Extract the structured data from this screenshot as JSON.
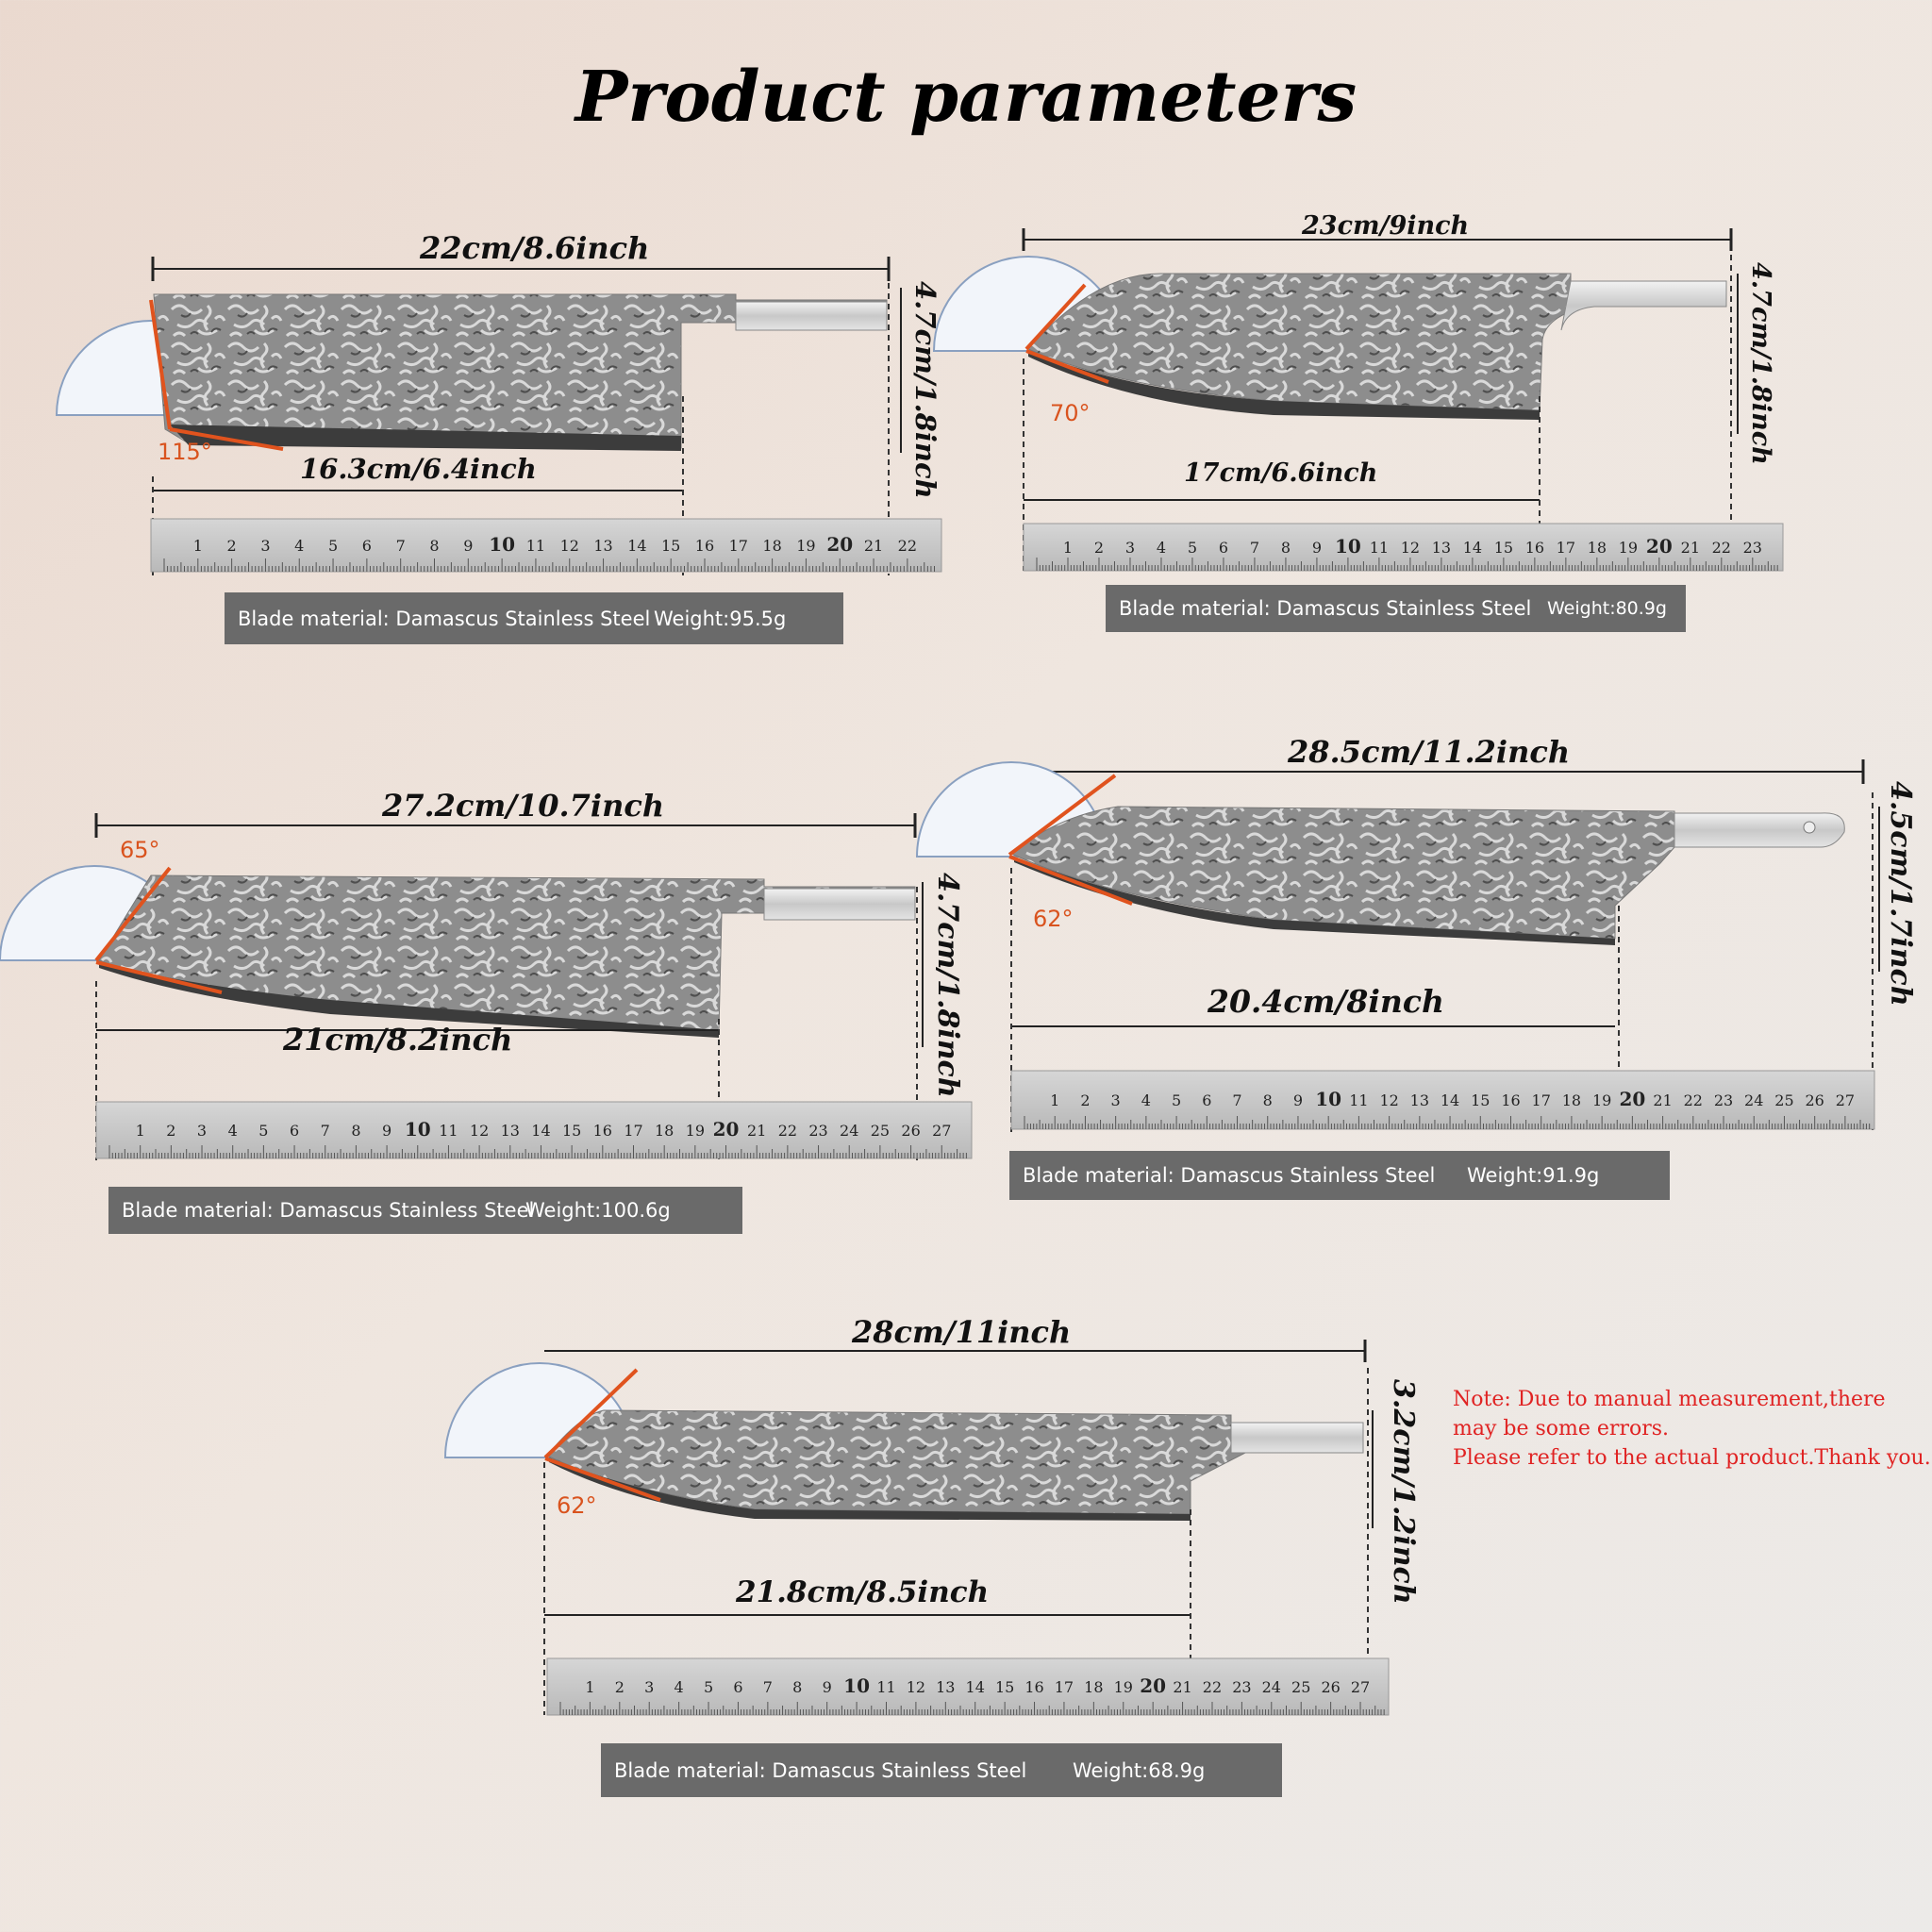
{
  "title": "Product parameters",
  "knives": [
    {
      "total_length": "22cm/8.6inch",
      "blade_length": "16.3cm/6.4inch",
      "height": "4.7cm/1.8inch",
      "angle": "115°",
      "material": "Blade material: Damascus Stainless Steel",
      "weight": "Weight:95.5g",
      "ruler_max": 23
    },
    {
      "total_length": "23cm/9inch",
      "blade_length": "17cm/6.6inch",
      "height": "4.7cm/1.8inch",
      "angle": "70°",
      "material": "Blade material: Damascus Stainless Steel",
      "weight": "Weight:80.9g",
      "ruler_max": 24
    },
    {
      "total_length": "27.2cm/10.7inch",
      "blade_length": "21cm/8.2inch",
      "height": "4.7cm/1.8inch",
      "angle": "65°",
      "material": "Blade material: Damascus Stainless Steel",
      "weight": "Weight:100.6g",
      "ruler_max": 28
    },
    {
      "total_length": "28.5cm/11.2inch",
      "blade_length": "20.4cm/8inch",
      "height": "4.5cm/1.7inch",
      "angle": "62°",
      "material": "Blade material: Damascus Stainless Steel",
      "weight": "Weight:91.9g",
      "ruler_max": 28
    },
    {
      "total_length": "28cm/11inch",
      "blade_length": "21.8cm/8.5inch",
      "height": "3.2cm/1.2inch",
      "angle": "62°",
      "material": "Blade material: Damascus Stainless Steel",
      "weight": "Weight:68.9g",
      "ruler_max": 28
    }
  ],
  "note": [
    "Note: Due to manual measurement,there",
    "may be some errors.",
    "Please refer to the actual product.Thank you."
  ],
  "colors": {
    "angle_line": "#e0531e",
    "info_bar": "#6a6a6a",
    "note_text": "#e02323",
    "blade_steel": "#9a9a9a"
  }
}
